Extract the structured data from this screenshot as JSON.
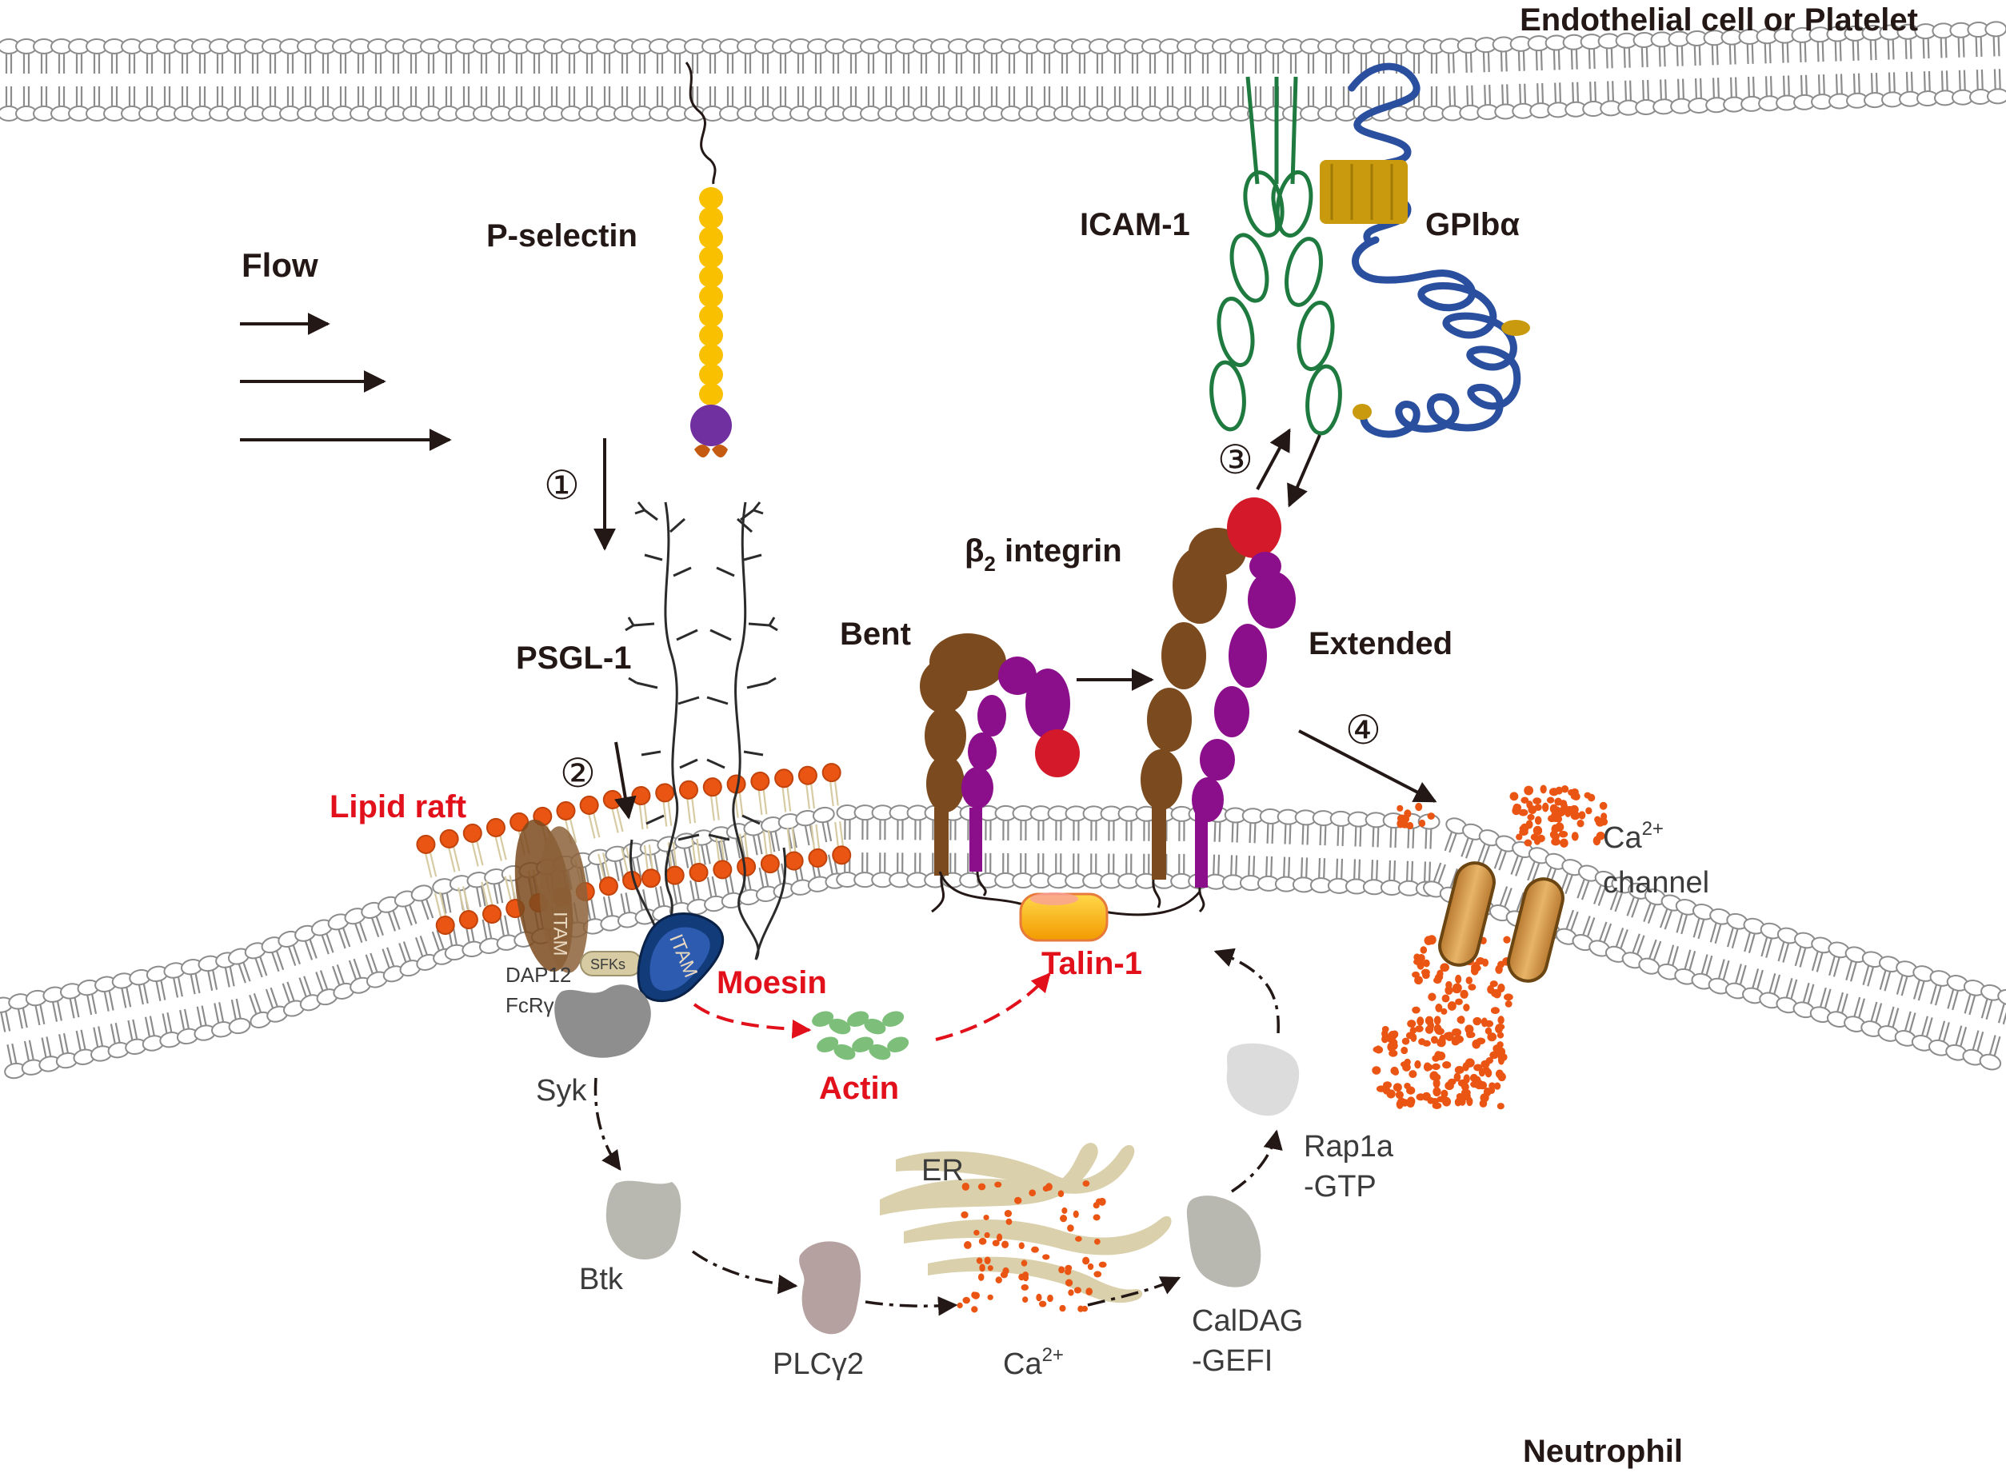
{
  "labels": {
    "endothelial": "Endothelial cell or Platelet",
    "neutrophil": "Neutrophil",
    "flow": "Flow",
    "p_selectin": "P-selectin",
    "icam1": "ICAM-1",
    "gplb": "GPIbα",
    "psgl1": "PSGL-1",
    "b2_integrin_base": "β",
    "b2_integrin_sub": "2",
    "b2_integrin_rest": " integrin",
    "bent": "Bent",
    "extended": "Extended",
    "lipid_raft": "Lipid raft",
    "moesin": "Moesin",
    "talin1": "Talin-1",
    "actin": "Actin",
    "ca_channel_base": "Ca",
    "ca_channel_sup": "2+",
    "ca_channel_line2": "channel",
    "dap12": "DAP12",
    "fcrg": "FcRγ",
    "sfks": "SFKs",
    "itam_left": "ITAM",
    "itam_right": "ITAM",
    "syk": "Syk",
    "btk": "Btk",
    "plcg2": "PLCγ2",
    "er": "ER",
    "ca_base": "Ca",
    "ca_sup": "2+",
    "caldag_1": "CalDAG",
    "caldag_2": "-GEFI",
    "rap1a_1": "Rap1a",
    "rap1a_2": "-GTP",
    "step1": "①",
    "step2": "②",
    "step3": "③",
    "step4": "④"
  },
  "colors": {
    "membrane_outline": "#8c8c8c",
    "membrane_fill": "#ffffff",
    "raft_head": "#ea5514",
    "raft_tail": "#d6cba2",
    "p_selectin": "#f9c000",
    "p_selectin_lectin": "#7030a0",
    "icam1": "#1f7a3f",
    "gplb": "#2a4f9e",
    "gplb_anchor": "#c99a0e",
    "integrin_alpha": "#7b4a1e",
    "integrin_beta": "#8b0f8b",
    "integrin_head": "#d41a2a",
    "talin": "#f5b800",
    "actin": "#7dbf7a",
    "channel": "#d39a4a",
    "calcium_dots": "#ea5514",
    "signal_gray": "#b8b8b0",
    "red_arrow": "#e2101a"
  }
}
